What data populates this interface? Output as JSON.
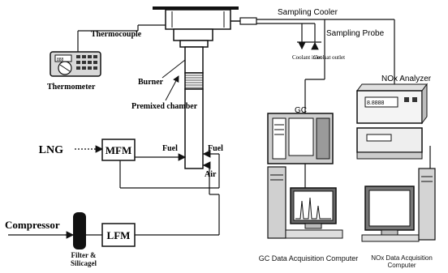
{
  "labels": {
    "sampling_cooler": "Sampling Cooler",
    "thermocouple": "Thermocouple",
    "sampling_probe": "Sampling Probe",
    "coolant_inlet": "Coolant inlet",
    "coolant_outlet": "Coolsat outlet",
    "burner": "Burner",
    "thermometer": "Thermometer",
    "premixed_chamber": "Premixed chamber",
    "gc": "GC",
    "nox_analyzer": "NOx Analyzer",
    "lng": "LNG",
    "mfm": "MFM",
    "fuel_left": "Fuel",
    "fuel_right": "Fuel",
    "air": "Air",
    "compressor": "Compressor",
    "lfm": "LFM",
    "filter_silicagel": "Filter & Silicagel",
    "gc_computer": "GC Data Acquisition Computer",
    "nox_computer": "NOx Data Acquisition Computer"
  },
  "readouts": {
    "thermometer_display": "888",
    "analyzer_display": "8.8888"
  }
}
